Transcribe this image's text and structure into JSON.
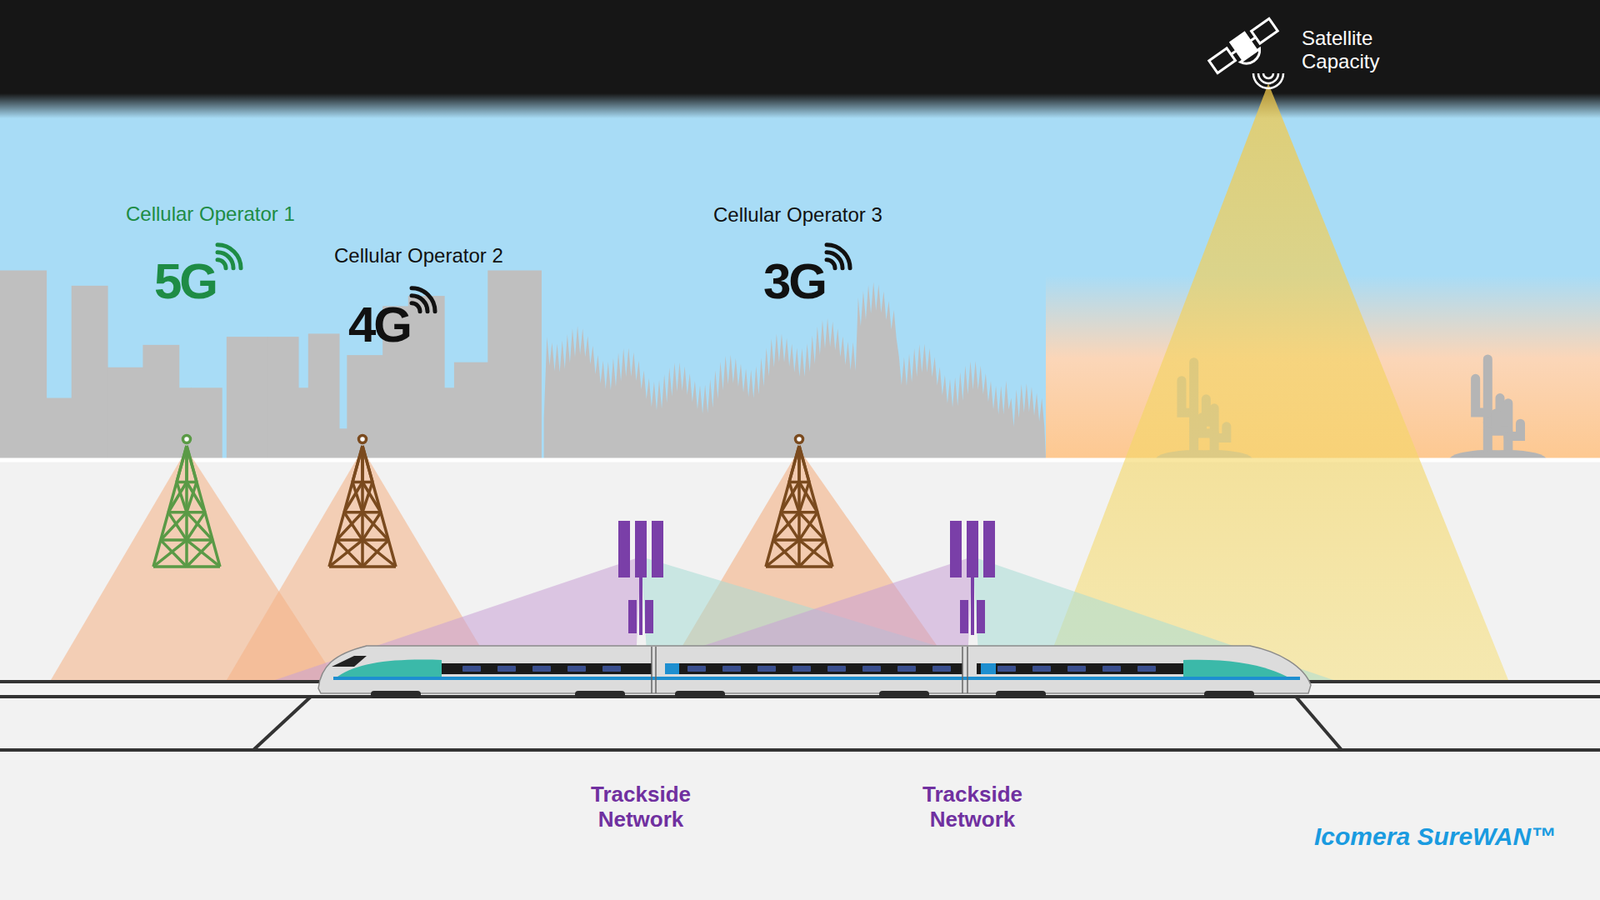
{
  "diagram": {
    "labels": [
      "Satellite Capacity",
      "Cellular Operator 1",
      "5G",
      "Cellular Operator 2",
      "4G",
      "Cellular Operator 3",
      "3G",
      "Trackside Network",
      "Trackside Network",
      "Icomera SureWAN™"
    ]
  }
}
